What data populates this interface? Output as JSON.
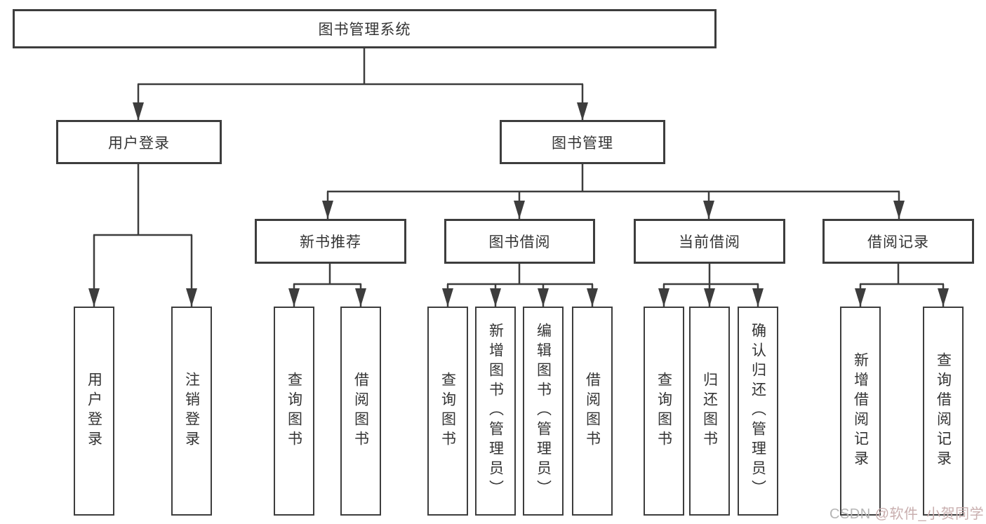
{
  "diagram": {
    "root": {
      "label": "图书管理系统"
    },
    "level2": [
      {
        "label": "用户登录"
      },
      {
        "label": "图书管理"
      }
    ],
    "level3": [
      {
        "label": "新书推荐"
      },
      {
        "label": "图书借阅"
      },
      {
        "label": "当前借阅"
      },
      {
        "label": "借阅记录"
      }
    ],
    "leaves": {
      "user_login": [
        "用户登录",
        "注销登录"
      ],
      "new_book_recommend": [
        "查询图书",
        "借阅图书"
      ],
      "book_borrow": [
        "查询图书",
        "新增图书（管理员）",
        "编辑图书（管理员）",
        "借阅图书"
      ],
      "current_borrow": [
        "查询图书",
        "归还图书",
        "确认归还（管理员）"
      ],
      "borrow_records": [
        "新增借阅记录",
        "查询借阅记录"
      ]
    },
    "colors": {
      "line": "#3d3d3d",
      "text": "#343434",
      "watermark_gray": "#b5b5b5",
      "watermark_pink": "#c9afaf"
    }
  },
  "watermark": {
    "prefix": "CSDN ",
    "handle": "@软件_小贺同学"
  }
}
